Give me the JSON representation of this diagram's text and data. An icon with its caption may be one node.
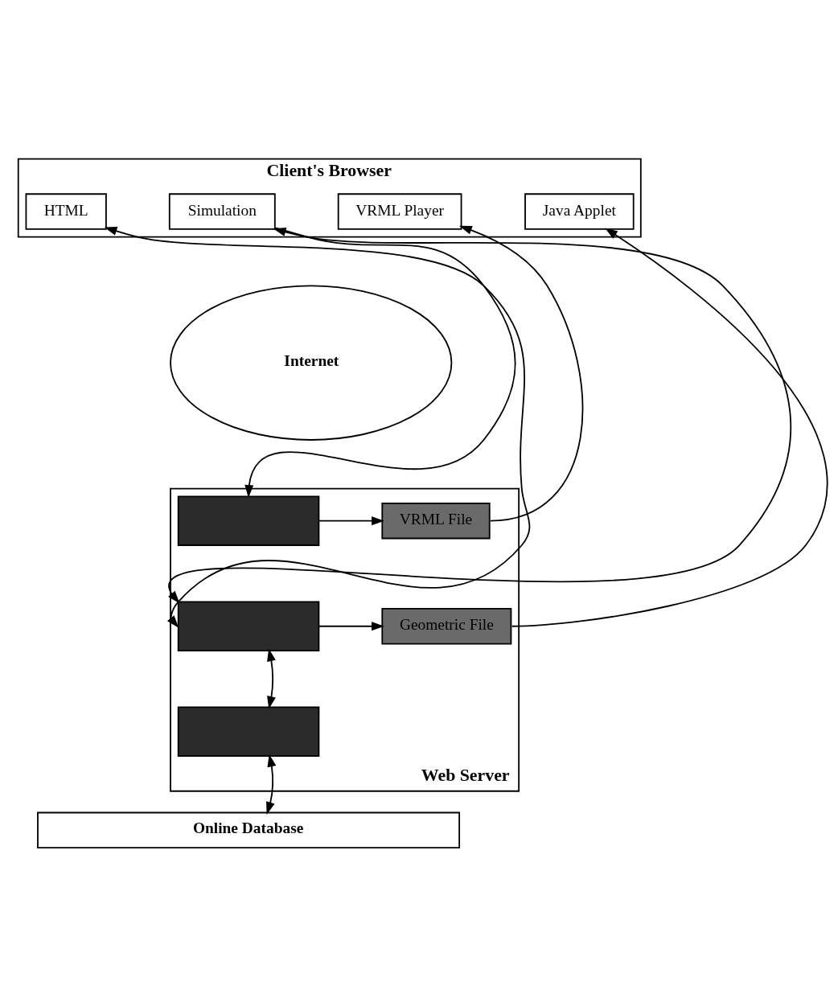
{
  "diagram": {
    "nodes": [
      {
        "text": [
          "Client's Browser"
        ]
      },
      {
        "text": [
          "HTML"
        ],
        "in": 0
      },
      {
        "text": [
          "Simulation"
        ],
        "in": 0
      },
      {
        "text": [
          "VRML Player"
        ],
        "in": 0
      },
      {
        "text": [
          "Java Applet"
        ],
        "in": 0
      },
      {
        "text": [
          "Internet"
        ]
      },
      {
        "text": [
          "Web Server"
        ]
      },
      {
        "text": [],
        "shape": "box",
        "in": 6
      },
      {
        "text": [],
        "shape": "box",
        "in": 6
      },
      {
        "text": [],
        "shape": "box",
        "in": 6
      },
      {
        "text": [
          "VRML File"
        ],
        "in": 6
      },
      {
        "text": [
          "Geometric File"
        ],
        "in": 6
      },
      {
        "text": [
          "Online Database"
        ]
      }
    ],
    "edges": [
      {
        "from": 8,
        "to": 1,
        "arrow": "both"
      },
      {
        "from": 8,
        "to": 2,
        "arrow": "both"
      },
      {
        "from": 2,
        "to": 7,
        "arrow": "to"
      },
      {
        "from": 7,
        "to": 10,
        "arrow": "to"
      },
      {
        "from": 8,
        "to": 11,
        "arrow": "to"
      },
      {
        "from": 10,
        "to": 3,
        "arrow": "to"
      },
      {
        "from": 11,
        "to": 4,
        "arrow": "to"
      },
      {
        "from": 8,
        "to": 9,
        "arrow": "both"
      },
      {
        "from": 9,
        "to": 12,
        "arrow": "both"
      }
    ]
  }
}
